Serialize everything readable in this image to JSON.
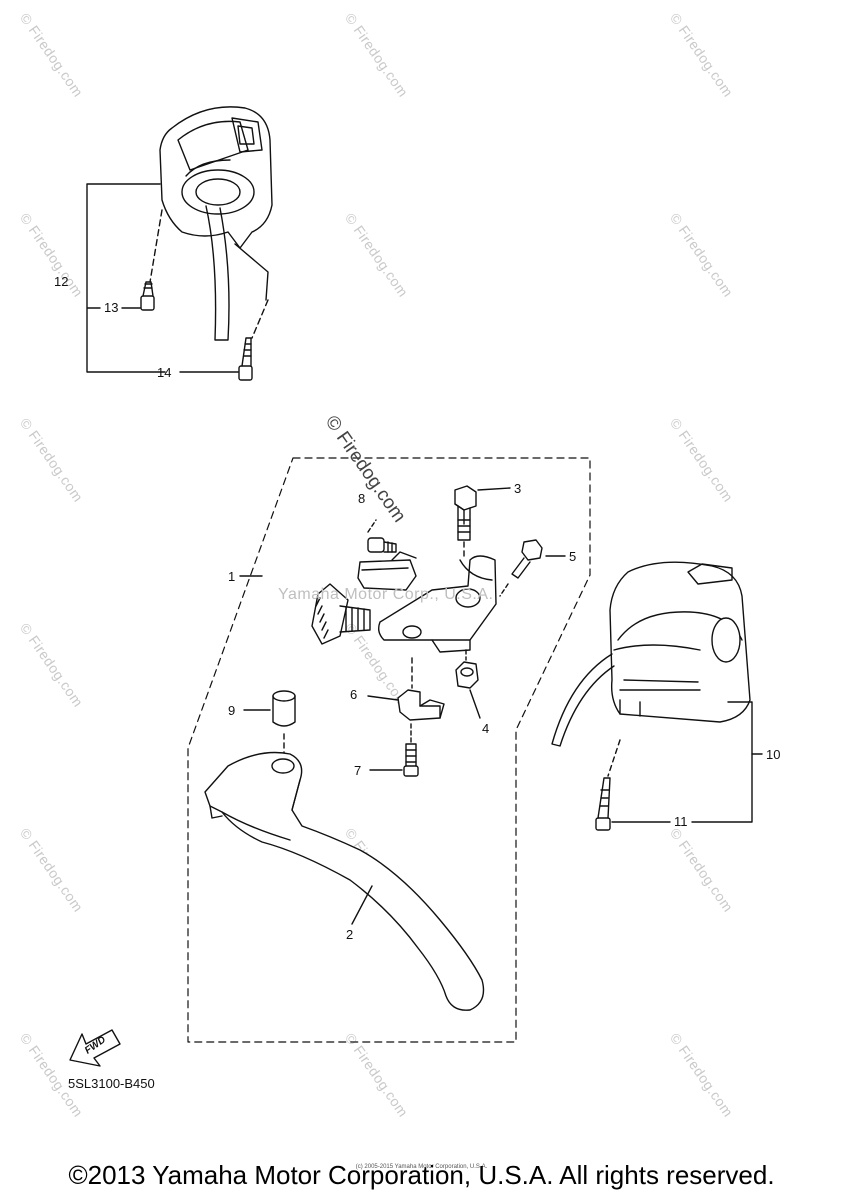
{
  "diagram": {
    "code": "5SL3100-B450",
    "fwd_label": "FWD",
    "footer_copyright": "©2013 Yamaha Motor Corporation, U.S.A. All rights reserved.",
    "tiny_copyright": "(c) 2005-2015 Yamaha Motor Corporation, U.S.A.",
    "center_watermark": "Yamaha Motor Corp., U.S.A.",
    "large_watermark": "© Firedog.com",
    "repeating_watermark": "© Firedog.com",
    "callouts": [
      {
        "id": "1",
        "text": "1"
      },
      {
        "id": "2",
        "text": "2"
      },
      {
        "id": "3",
        "text": "3"
      },
      {
        "id": "4",
        "text": "4"
      },
      {
        "id": "5",
        "text": "5"
      },
      {
        "id": "6",
        "text": "6"
      },
      {
        "id": "7",
        "text": "7"
      },
      {
        "id": "8",
        "text": "8"
      },
      {
        "id": "9",
        "text": "9"
      },
      {
        "id": "10",
        "text": "10"
      },
      {
        "id": "11",
        "text": "11"
      },
      {
        "id": "12",
        "text": "12"
      },
      {
        "id": "13",
        "text": "13"
      },
      {
        "id": "14",
        "text": "14"
      }
    ]
  }
}
